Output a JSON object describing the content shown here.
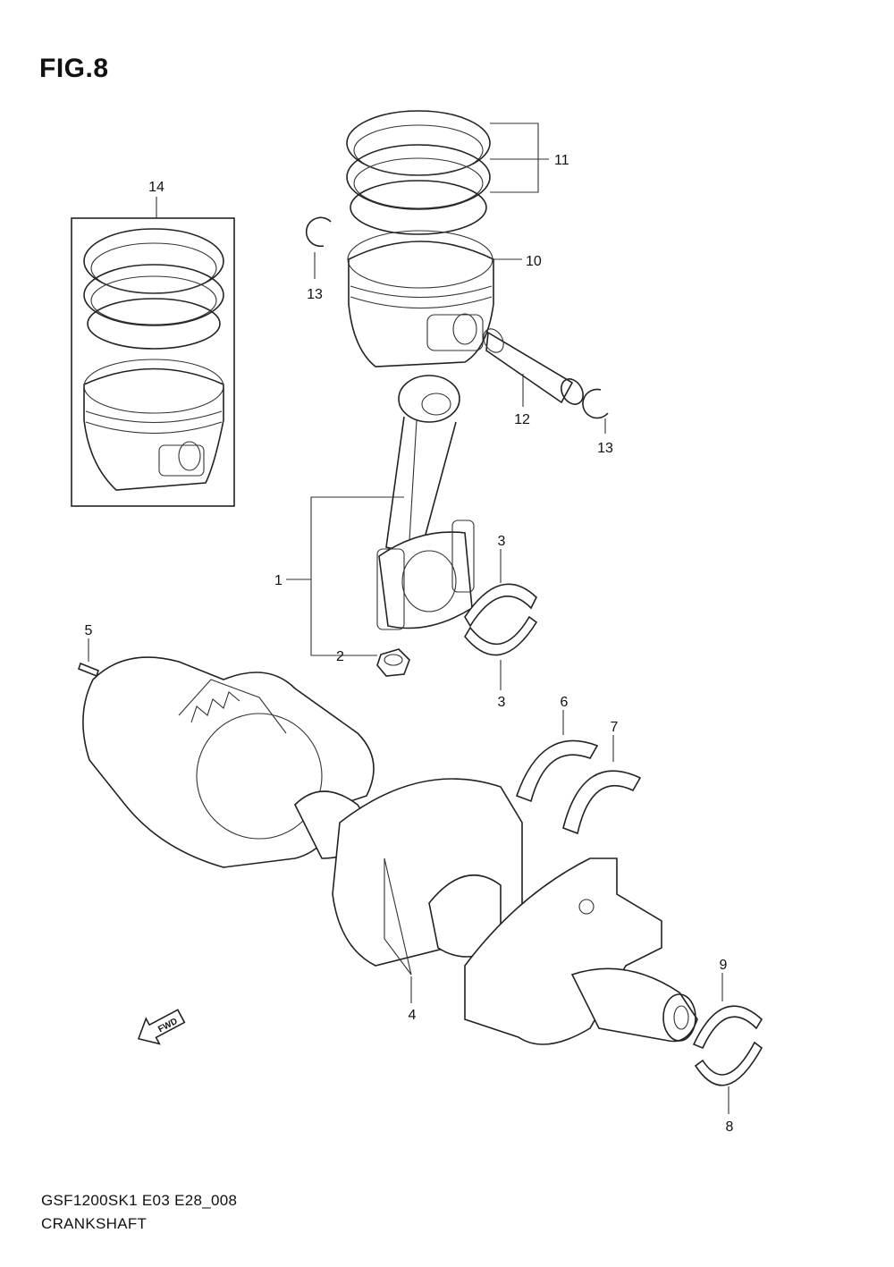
{
  "figure": {
    "title": "FIG.8"
  },
  "footer": {
    "model_code": "GSF1200SK1 E03 E28_008",
    "section_name": "CRANKSHAFT"
  },
  "fwd_arrow": {
    "label": "FWD"
  },
  "callouts": {
    "c1": "1",
    "c2": "2",
    "c3a": "3",
    "c3b": "3",
    "c4": "4",
    "c5": "5",
    "c6": "6",
    "c7": "7",
    "c8": "8",
    "c9": "9",
    "c10": "10",
    "c11": "11",
    "c12": "12",
    "c13a": "13",
    "c13b": "13",
    "c14": "14"
  }
}
